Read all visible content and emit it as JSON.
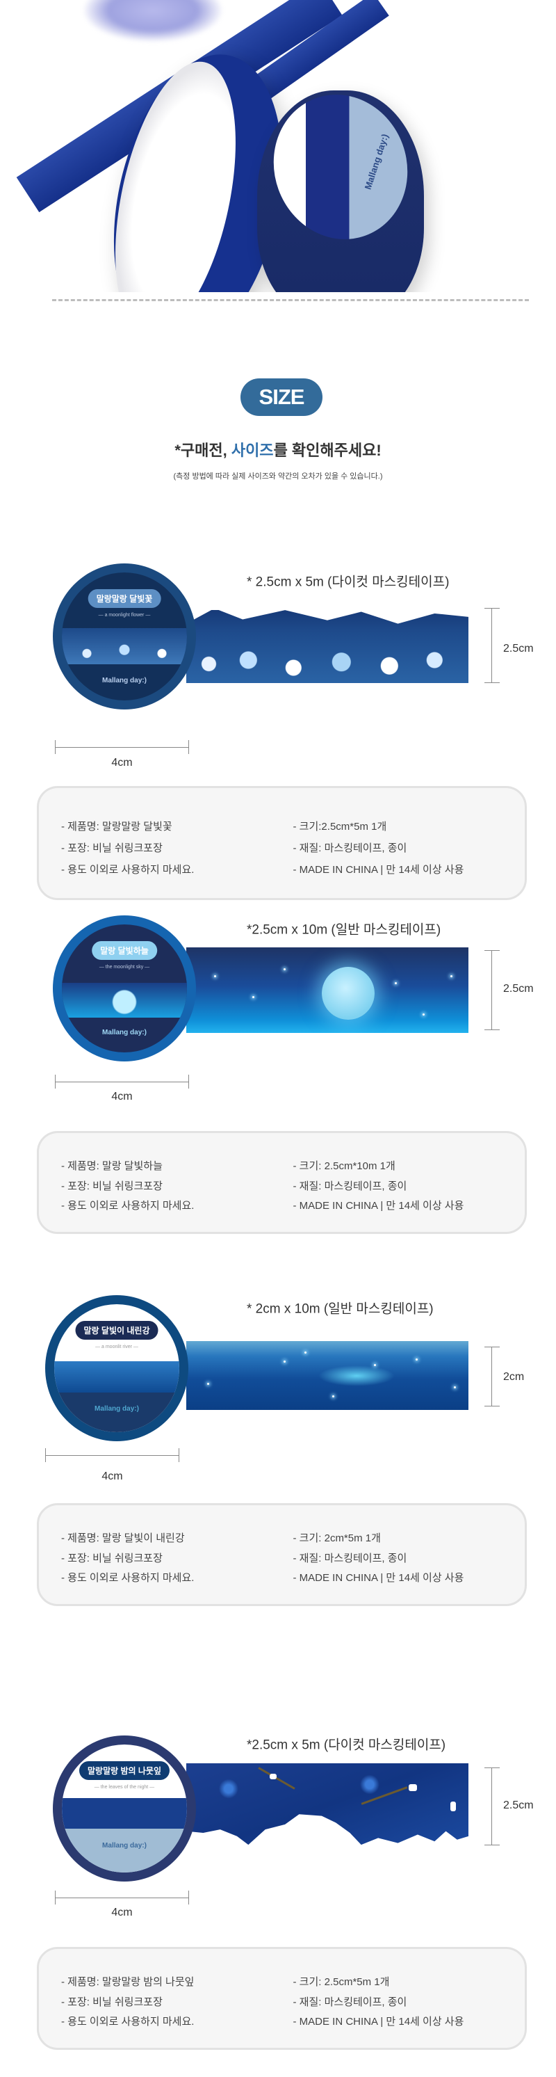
{
  "hero": {
    "roll_text": "Mallang day:)"
  },
  "size_section": {
    "badge": "SIZE",
    "headline_prefix": "*구매전, ",
    "headline_highlight": "사이즈",
    "headline_suffix": "를 확인해주세요!",
    "note": "(측정 방법에 따라 실제 사이즈와 약간의 오차가 있을 수 있습니다.)"
  },
  "products": [
    {
      "spec_title": "* 2.5cm x 5m (다이컷 마스킹테이프)",
      "disc_label": "말랑말랑 달빛꽃",
      "disc_subtitle": "— a moonlight flower —",
      "disc_brand": "Mallang day:)",
      "height_label": "2.5cm",
      "width_label": "4cm",
      "info_left": [
        "- 제품명: 말랑말랑 달빛꽃",
        "- 포장: 비닐 쉬링크포장",
        "- 용도 이외로 사용하지 마세요."
      ],
      "info_right": [
        "- 크기:2.5cm*5m 1개",
        "- 재질: 마스킹테이프, 종이",
        "- MADE IN CHINA |  만 14세 이상 사용"
      ]
    },
    {
      "spec_title": "*2.5cm x 10m (일반 마스킹테이프)",
      "disc_label": "말랑 달빛하늘",
      "disc_subtitle": "— the moonlight sky —",
      "disc_brand": "Mallang day:)",
      "height_label": "2.5cm",
      "width_label": "4cm",
      "info_left": [
        "- 제품명: 말랑 달빛하늘",
        "- 포장: 비닐 쉬링크포장",
        "- 용도 이외로 사용하지 마세요."
      ],
      "info_right": [
        "- 크기: 2.5cm*10m 1개",
        "- 재질: 마스킹테이프, 종이",
        "- MADE IN CHINA |  만 14세 이상 사용"
      ]
    },
    {
      "spec_title": "* 2cm x 10m (일반 마스킹테이프)",
      "disc_label": "말랑 달빛이 내린강",
      "disc_subtitle": "— a moonlit river —",
      "disc_brand": "Mallang day:)",
      "height_label": "2cm",
      "width_label": "4cm",
      "info_left": [
        "- 제품명: 말랑 달빛이 내린강",
        "- 포장: 비닐 쉬링크포장",
        "- 용도 이외로 사용하지 마세요."
      ],
      "info_right": [
        "- 크기: 2cm*5m 1개",
        "- 재질: 마스킹테이프, 종이",
        "- MADE IN CHINA  |  만 14세 이상 사용"
      ]
    },
    {
      "spec_title": "*2.5cm x 5m (다이컷 마스킹테이프)",
      "disc_label": "말랑말랑 밤의 나뭇잎",
      "disc_subtitle": "— the leaves of the night —",
      "disc_brand": "Mallang day:)",
      "height_label": "2.5cm",
      "width_label": "4cm",
      "info_left": [
        "- 제품명: 말랑말랑 밤의 나뭇잎",
        "- 포장: 비닐 쉬링크포장",
        "- 용도 이외로 사용하지 마세요."
      ],
      "info_right": [
        "- 크기: 2.5cm*5m 1개",
        "- 재질: 마스킹테이프, 종이",
        "- MADE IN CHINA |  만 14세 이상 사용"
      ]
    }
  ],
  "colors": {
    "badge": "#336b9a",
    "highlight": "#2f6fab",
    "info_box_bg": "#f6f6f6"
  }
}
